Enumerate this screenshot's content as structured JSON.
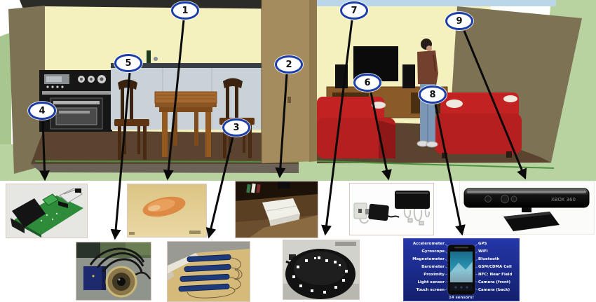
{
  "callouts": [
    {
      "number": "1",
      "target": "amber-embedded-sensor-photo"
    },
    {
      "number": "2",
      "target": "under-table-sensor-photo"
    },
    {
      "number": "3",
      "target": "pressure-mat-photo"
    },
    {
      "number": "4",
      "target": "relay-board-photo"
    },
    {
      "number": "5",
      "target": "camera-sensor-photo"
    },
    {
      "number": "6",
      "target": "power-plug-adapters-photo"
    },
    {
      "number": "7",
      "target": "dome-sensor-photo"
    },
    {
      "number": "8",
      "target": "smartphone-sensors-photo"
    },
    {
      "number": "9",
      "target": "kinect-photo"
    }
  ],
  "kinect": {
    "brand_label": "XBOX 360"
  },
  "smartphone_diagram": {
    "left_labels": [
      "Accelerometer",
      "Gyroscope",
      "Magnetometer",
      "Barometer",
      "Proximity",
      "Light sensor",
      "Touch screen"
    ],
    "right_labels": [
      "GPS",
      "WiFi",
      "Bluetooth",
      "GSM/CDMA Cell",
      "NFC: Near Field",
      "Camera (front)",
      "Camera (back)"
    ],
    "caption": "14 sensors!"
  },
  "colors": {
    "callout_border": "#1c3ea8",
    "sofa_red": "#c32222",
    "wall_yellow": "#f5f1be",
    "wall_taupe": "#7d7254",
    "divider_tan": "#a58c5e",
    "floor_brown": "#5a4430",
    "ground_green": "#b9d3a0",
    "sky_blue": "#bad6e8",
    "phone_panel_blue": "#1c2f9e"
  }
}
